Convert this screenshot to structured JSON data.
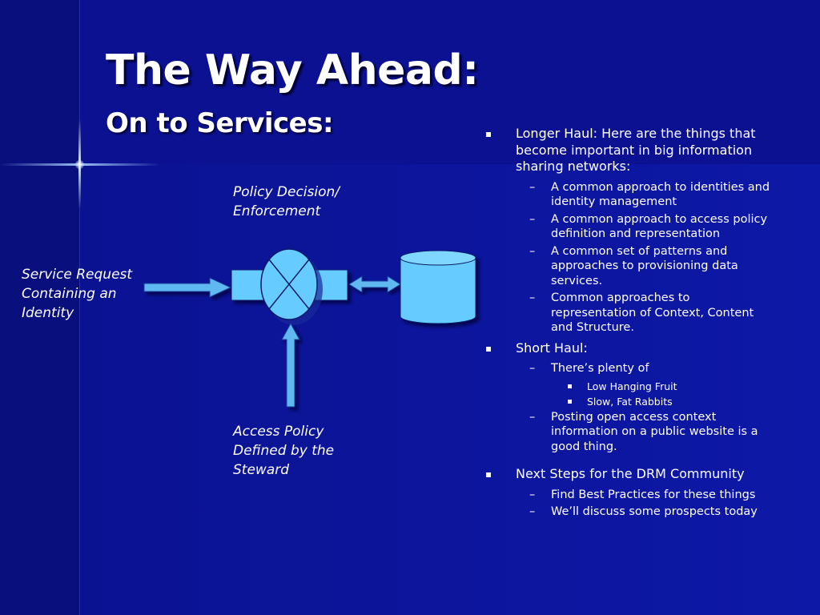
{
  "slide": {
    "title": "The Way Ahead:",
    "subtitle": "On to Services:"
  },
  "diagram": {
    "label_policy": "Policy Decision/\nEnforcement",
    "label_request": "Service Request\nContaining an\nIdentity",
    "label_access": "Access Policy\nDefined by the\nSteward",
    "colors": {
      "shape_fill": "#66ccff",
      "arrow": "#5fb8f0"
    }
  },
  "bullets": {
    "longer_haul": {
      "text": "Longer Haul:  Here are the things that become important in big information sharing networks:",
      "subs": [
        "A common approach to identities and identity management",
        "A common approach to access policy definition and representation",
        "A common set of patterns and approaches to provisioning data services.",
        "Common approaches to representation of Context, Content and Structure."
      ]
    },
    "short_haul": {
      "text": "Short Haul:",
      "plenty": "There’s plenty of",
      "plenty_items": [
        "Low Hanging Fruit",
        "Slow, Fat Rabbits"
      ],
      "posting": "Posting open access context information on a public website is a good thing."
    },
    "next_steps": {
      "text": "Next Steps for the DRM Community",
      "subs": [
        "Find Best Practices for these things",
        "We’ll discuss some prospects today"
      ]
    }
  }
}
